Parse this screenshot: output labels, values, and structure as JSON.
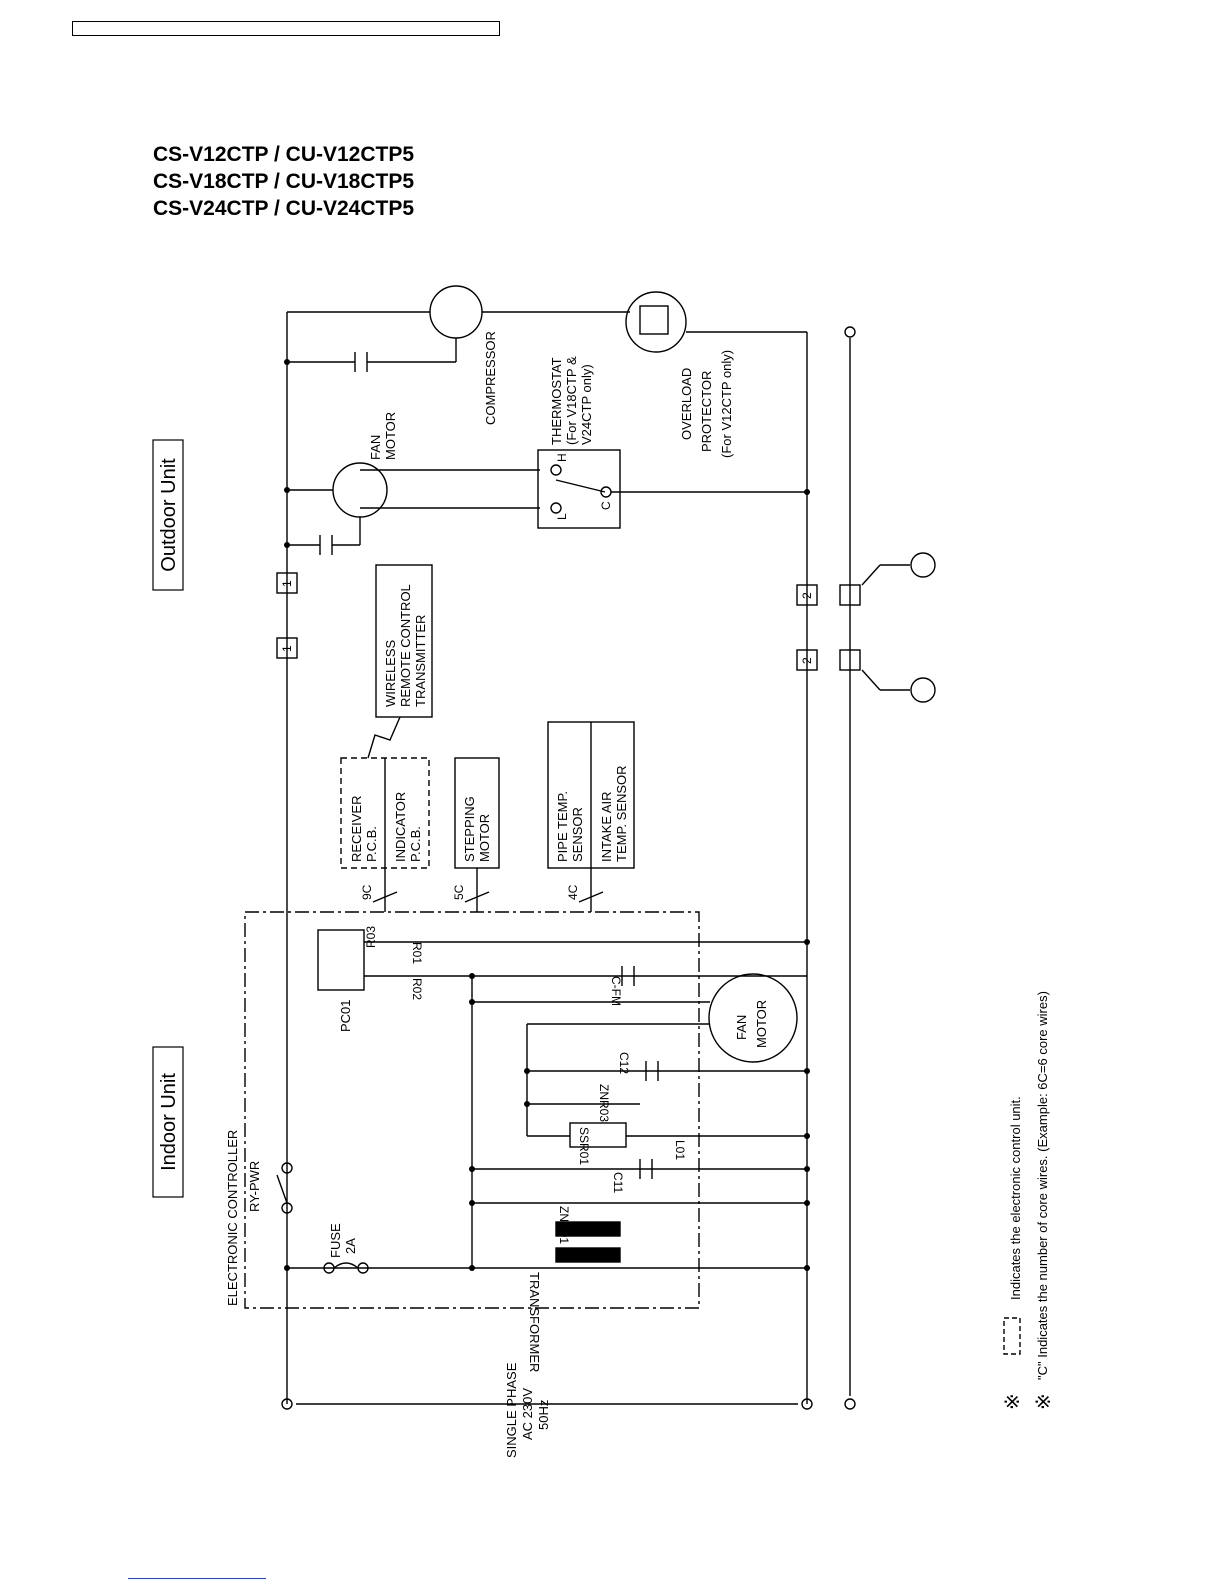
{
  "models": [
    "CS-V12CTP / CU-V12CTP5",
    "CS-V18CTP / CU-V18CTP5",
    "CS-V24CTP / CU-V24CTP5"
  ],
  "units": {
    "outdoor": "Outdoor Unit",
    "indoor": "Indoor Unit"
  },
  "components": {
    "compressor": "COMPRESSOR",
    "fan_motor_outdoor": [
      "FAN",
      "MOTOR"
    ],
    "thermostat": [
      "THERMOSTAT",
      "(For V18CTP &",
      "V24CTP only)"
    ],
    "overload": [
      "OVERLOAD",
      "PROTECTOR",
      "(For V12CTP only)"
    ],
    "wireless": [
      "WIRELESS",
      "REMOTE CONTROL",
      "TRANSMITTER"
    ],
    "receiver": [
      "RECEIVER",
      "P.C.B."
    ],
    "indicator": [
      "INDICATOR",
      "P.C.B."
    ],
    "stepping": [
      "STEPPING",
      "MOTOR"
    ],
    "pipe_sensor": [
      "PIPE TEMP.",
      "SENSOR"
    ],
    "intake_sensor": [
      "INTAKE AIR",
      "TEMP. SENSOR"
    ],
    "electronic_controller": "ELECTRONIC CONTROLLER",
    "ry_pwr": "RY-PWR",
    "fuse": [
      "FUSE",
      "2A"
    ],
    "transformer": "TRANSFORMER",
    "fan_motor_indoor": [
      "FAN",
      "MOTOR"
    ],
    "power": [
      "SINGLE PHASE",
      "AC 230V",
      "50Hz"
    ]
  },
  "terminal_labels": {
    "t1": "1",
    "t2": "2"
  },
  "thermostat_pins": {
    "h": "H",
    "l": "L",
    "c": "C"
  },
  "core_wires": {
    "receiver": "9C",
    "stepping": "5C",
    "sensors": "4C"
  },
  "parts": {
    "pc01": "PC01",
    "r01": "R01",
    "r02": "R02",
    "r03": "R03",
    "cfm": "C-FM",
    "c12": "C12",
    "znr03": "ZNR03",
    "ssr01": "SSR01",
    "l01": "L01",
    "c11": "C11",
    "znr01": "ZNR01"
  },
  "notes": {
    "symbol": "※",
    "note1": "Indicates the electronic control unit.",
    "note2": "\"C\"  Indicates the number of core wires. (Example: 6C=6 core wires)"
  }
}
